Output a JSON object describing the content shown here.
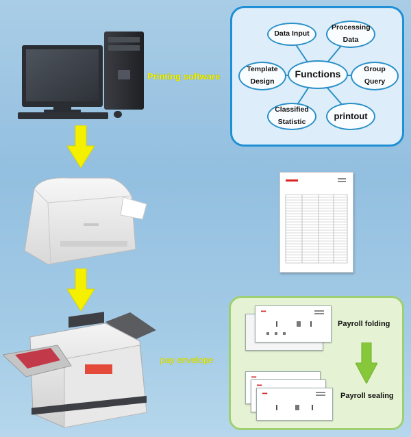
{
  "labels": {
    "printing_software": "Printing software",
    "pay_envelope": "pay envelope",
    "payroll_folding": "Payroll folding",
    "payroll_sealing": "Payroll sealing"
  },
  "functions": {
    "center": "Functions",
    "data_input": "Data Input",
    "processing_data": "Processing Data",
    "template_design": "Template Design",
    "group_query": "Group Query",
    "classified_statistic": "Classified Statistic",
    "printout": "printout"
  },
  "colors": {
    "arrow_yellow": "#f4f000",
    "arrow_green": "#86c83a",
    "box_blue_border": "#1f8fd6",
    "box_green_border": "#9fcf73"
  }
}
